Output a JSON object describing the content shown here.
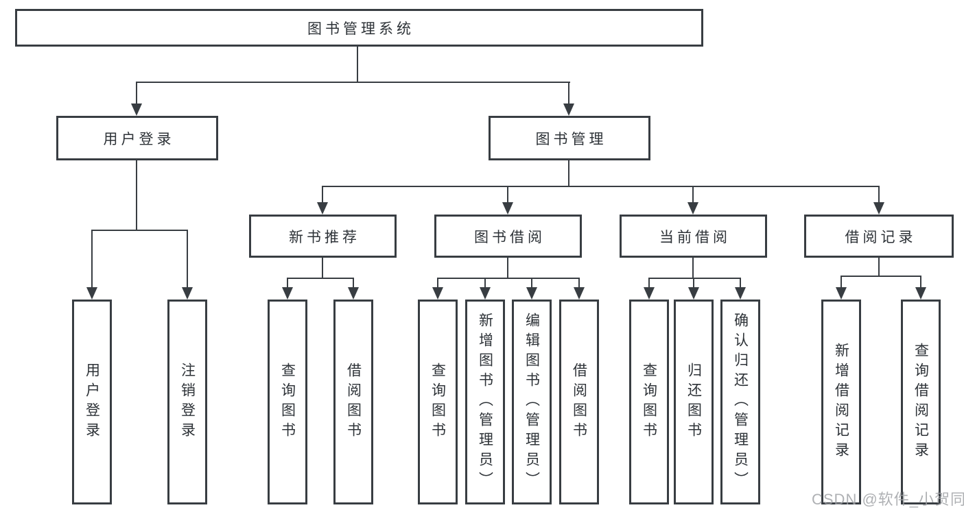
{
  "tree": {
    "root": {
      "label": "图书管理系统"
    },
    "branches": [
      {
        "label": "用户登录",
        "children": [
          {
            "label": "用户登录"
          },
          {
            "label": "注销登录"
          }
        ]
      },
      {
        "label": "图书管理",
        "children": [
          {
            "label": "新书推荐",
            "children": [
              {
                "label": "查询图书"
              },
              {
                "label": "借阅图书"
              }
            ]
          },
          {
            "label": "图书借阅",
            "children": [
              {
                "label": "查询图书"
              },
              {
                "label": "新增图书（管理员）"
              },
              {
                "label": "编辑图书（管理员）"
              },
              {
                "label": "借阅图书"
              }
            ]
          },
          {
            "label": "当前借阅",
            "children": [
              {
                "label": "查询图书"
              },
              {
                "label": "归还图书"
              },
              {
                "label": "确认归还（管理员）"
              }
            ]
          },
          {
            "label": "借阅记录",
            "children": [
              {
                "label": "新增借阅记录"
              },
              {
                "label": "查询借阅记录"
              }
            ]
          }
        ]
      }
    ]
  },
  "watermark": {
    "text": "CSDN @软件_小贺同学"
  },
  "palette": {
    "line": "#383d42",
    "text": "#2d3237",
    "background": "#ffffff",
    "watermark": "#9ea0a3"
  }
}
